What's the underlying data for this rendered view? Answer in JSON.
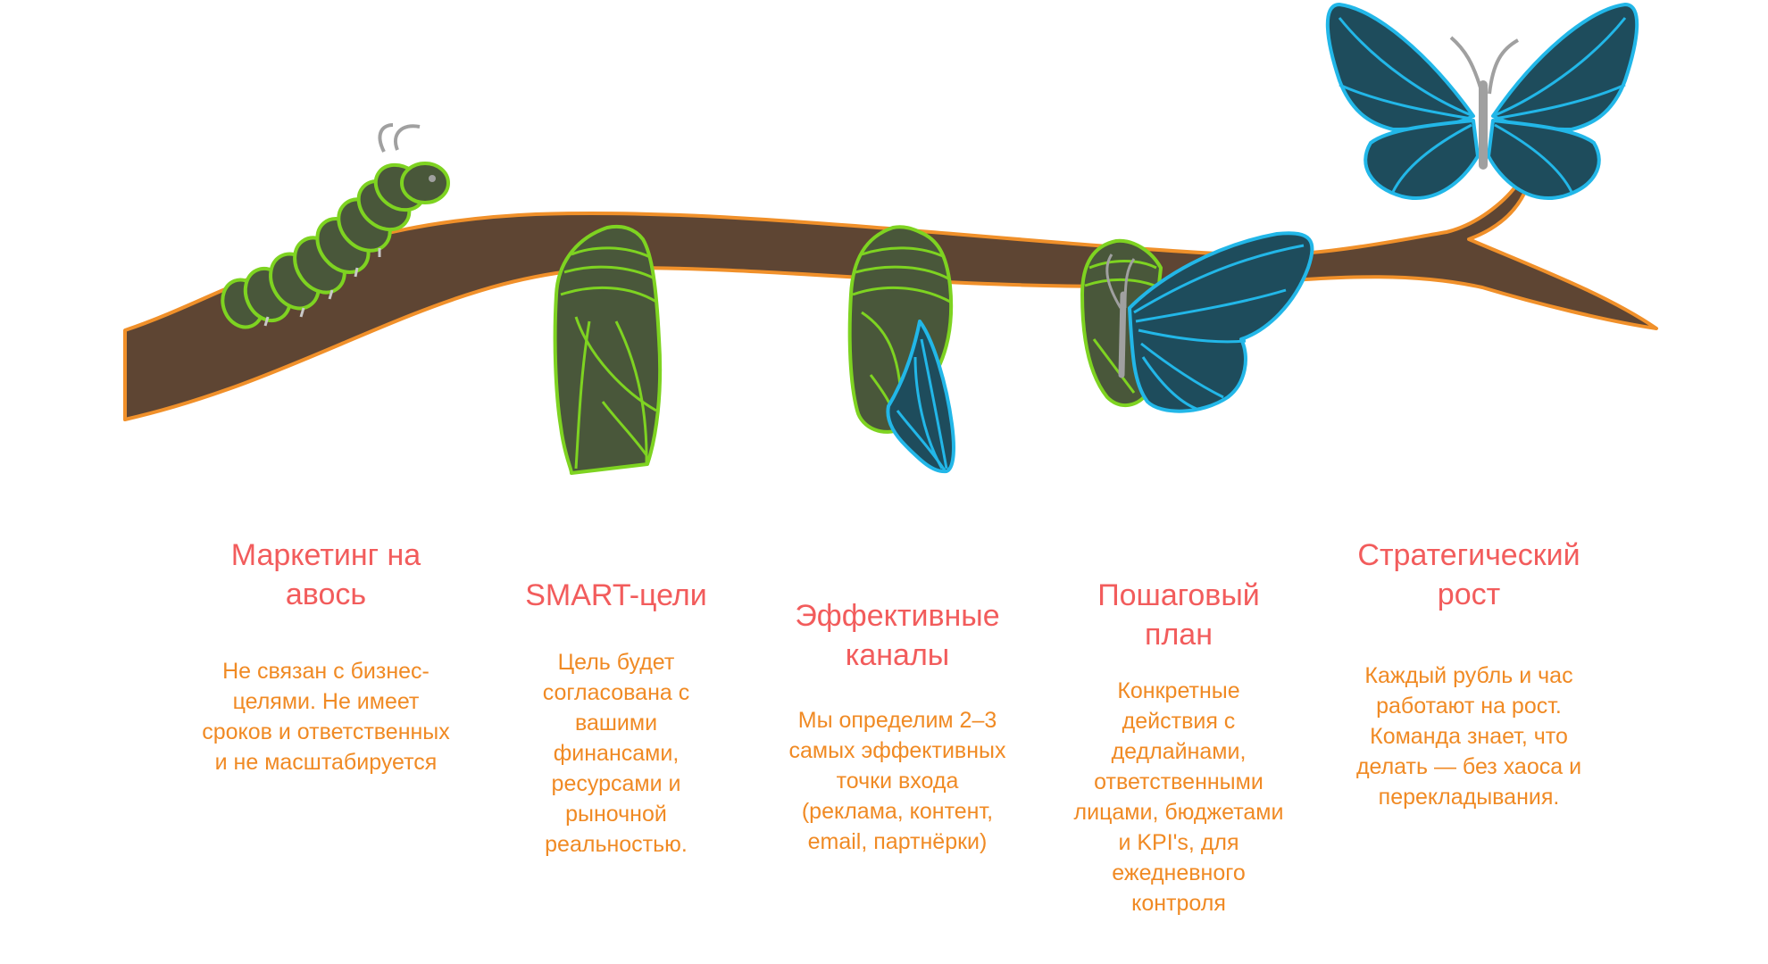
{
  "colors": {
    "title": "#f25c5c",
    "description": "#f08a24",
    "branch": "#5e4533",
    "branch_outline": "#f0902a",
    "pupa_fill": "#49573a",
    "pupa_outline": "#7ed321",
    "wing_fill": "#1e4c5c",
    "wing_outline": "#22b7e8",
    "antenna": "#a0a0a0"
  },
  "stages": [
    {
      "icon": "caterpillar-icon",
      "title_line1": "Маркетинг на",
      "title_line2": "авось",
      "description": [
        "Не связан с бизнес-",
        "целями. Не имеет",
        "сроков и ответственных",
        "и не масштабируется"
      ]
    },
    {
      "icon": "chrysalis-icon",
      "title_line1": "SMART-цели",
      "title_line2": "",
      "description": [
        "Цель будет",
        "согласована с",
        "вашими",
        "финансами,",
        "ресурсами и",
        "рыночной",
        "реальностью."
      ]
    },
    {
      "icon": "chrysalis-with-wing-icon",
      "title_line1": "Эффективные",
      "title_line2": "каналы",
      "description": [
        "Мы определим 2–3",
        "самых эффективных",
        "точки входа",
        "(реклама, контент,",
        "email, партнёрки)"
      ]
    },
    {
      "icon": "emerging-butterfly-icon",
      "title_line1": "Пошаговый",
      "title_line2": "план",
      "description": [
        "Конкретные",
        "действия с",
        "дедлайнами,",
        "ответственными",
        "лицами, бюджетами",
        "и KPI's, для",
        "ежедневного",
        "контроля"
      ]
    },
    {
      "icon": "butterfly-icon",
      "title_line1": "Стратегический",
      "title_line2": "рост",
      "description": [
        "Каждый рубль и час",
        "работают на рост.",
        "Команда знает, что",
        "делать — без хаоса и",
        "перекладывания."
      ]
    }
  ]
}
